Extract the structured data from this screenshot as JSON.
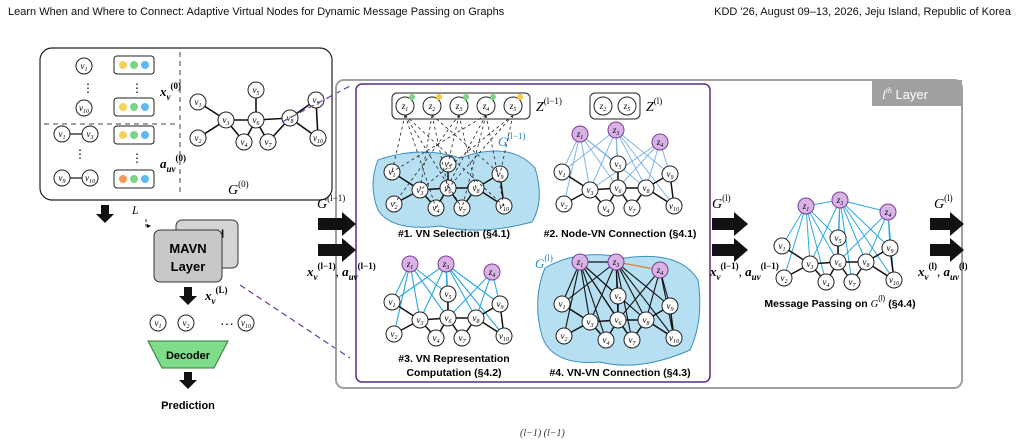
{
  "header": {
    "left": "Learn When and Where to Connect: Adaptive Virtual Nodes for Dynamic Message Passing on Graphs",
    "right": "KDD '26, August 09–13, 2026, Jeju Island, Republic of Korea"
  },
  "input_panel": {
    "node_feat_label": "x",
    "node_feat_sub": "v",
    "node_feat_sup": "(0)",
    "edge_feat_label": "a",
    "edge_feat_sub": "uv",
    "edge_feat_sup": "(0)",
    "graph_label": "G",
    "graph_sup": "(0)",
    "node_top": "v1",
    "node_bottom": "v10",
    "pair1_a": "v1",
    "pair1_b": "v3",
    "pair2_a": "v9",
    "pair2_b": "v10",
    "dots": "⋮"
  },
  "pipeline": {
    "L_label": "L",
    "layer_back": "MAVN",
    "layer_line1": "MAVN",
    "layer_line2": "Layer",
    "output_feat": "x",
    "output_sub": "v",
    "output_sup": "(L)",
    "out_nodes": [
      "v1",
      "v2",
      "v10"
    ],
    "out_dots": "···",
    "decoder": "Decoder",
    "prediction": "Prediction"
  },
  "layer_panel": {
    "tag_math": "l",
    "tag_sup": "th",
    "tag_text": " Layer",
    "in_G": "G",
    "in_G_sup": "(l−1)",
    "in_x": "x",
    "in_x_sub": "v",
    "in_x_sup": "(l−1)",
    "in_a": "a",
    "in_a_sub": "uv",
    "in_a_sup": "(l−1)",
    "mid_G": "G",
    "mid_G_sup": "(l)",
    "mid_x": "x",
    "mid_x_sup": "(l−1)",
    "mid_a_sup": "(l−1)",
    "out_G": "G",
    "out_G_sup": "(l)",
    "out_x": "x",
    "out_x_sup": "(l)",
    "out_a_sup": "(l)",
    "z_prev_label": "Z",
    "z_prev_sup": "(l−1)",
    "z_curr_label": "Z",
    "z_curr_sup": "(l)",
    "z_prev_nodes": [
      "z1",
      "z2",
      "z3",
      "z4",
      "z5"
    ],
    "z_curr_nodes": [
      "z2",
      "z5"
    ],
    "blob1_label": "G",
    "blob1_sup": "(l−1)",
    "blob4_label": "G",
    "blob4_sup": "(l)",
    "step1": "#1. VN Selection (§4.1)",
    "step2": "#2. Node-VN Connection (§4.1)",
    "step3_line1": "#3. VN Representation",
    "step3_line2": "Computation (§4.2)",
    "step4": "#4. VN-VN Connection (§4.3)",
    "mp_label": "Message Passing on ",
    "mp_G": "G",
    "mp_sup": "(l)",
    "mp_tail": " (§4.4)"
  },
  "footer_fragment": "(l−1)                 (l−1)",
  "colors": {
    "vn_fill": "#d9b3e6",
    "vn_stroke": "#7a3d99",
    "blob": "#b6e0f2",
    "blob_stroke": "#3a8fc0",
    "edge_blue": "#2aa9e0",
    "frame_purple": "#5b2c83",
    "decoder_green": "#7fdc8a",
    "gray_frame": "#a0a0a0",
    "gray_btn": "#c8c8c8"
  }
}
